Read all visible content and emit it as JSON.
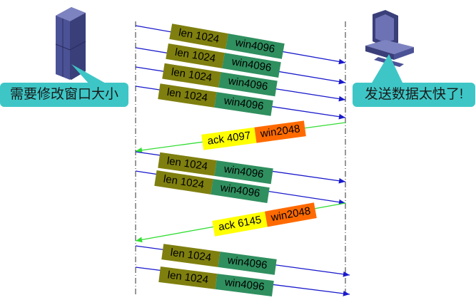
{
  "left_callout": "需要修改窗口大小",
  "right_callout": "发送数据太快了!",
  "messages": [
    {
      "dir": "right",
      "a": "len 1024",
      "b": "win4096"
    },
    {
      "dir": "right",
      "a": "len 1024",
      "b": "win4096"
    },
    {
      "dir": "right",
      "a": "len 1024",
      "b": "win4096"
    },
    {
      "dir": "right",
      "a": "len 1024",
      "b": "win4096"
    },
    {
      "dir": "left",
      "a": "ack 4097",
      "b": "win2048"
    },
    {
      "dir": "right",
      "a": "len 1024",
      "b": "win4096"
    },
    {
      "dir": "right",
      "a": "len 1024",
      "b": "win4096"
    },
    {
      "dir": "left",
      "a": "ack 6145",
      "b": "win2048"
    },
    {
      "dir": "right",
      "a": "len 1024",
      "b": "win4096"
    },
    {
      "dir": "right",
      "a": "len 1024",
      "b": "win4096"
    }
  ],
  "colors": {
    "data_arrow": "#1a1acc",
    "ack_arrow": "#33dd33",
    "len_box": "#7f7f0f",
    "win_box": "#2f8f5f",
    "ack_box": "#ffff00",
    "ackwin_box": "#ff6a00",
    "callout": "#3ec6c6"
  }
}
